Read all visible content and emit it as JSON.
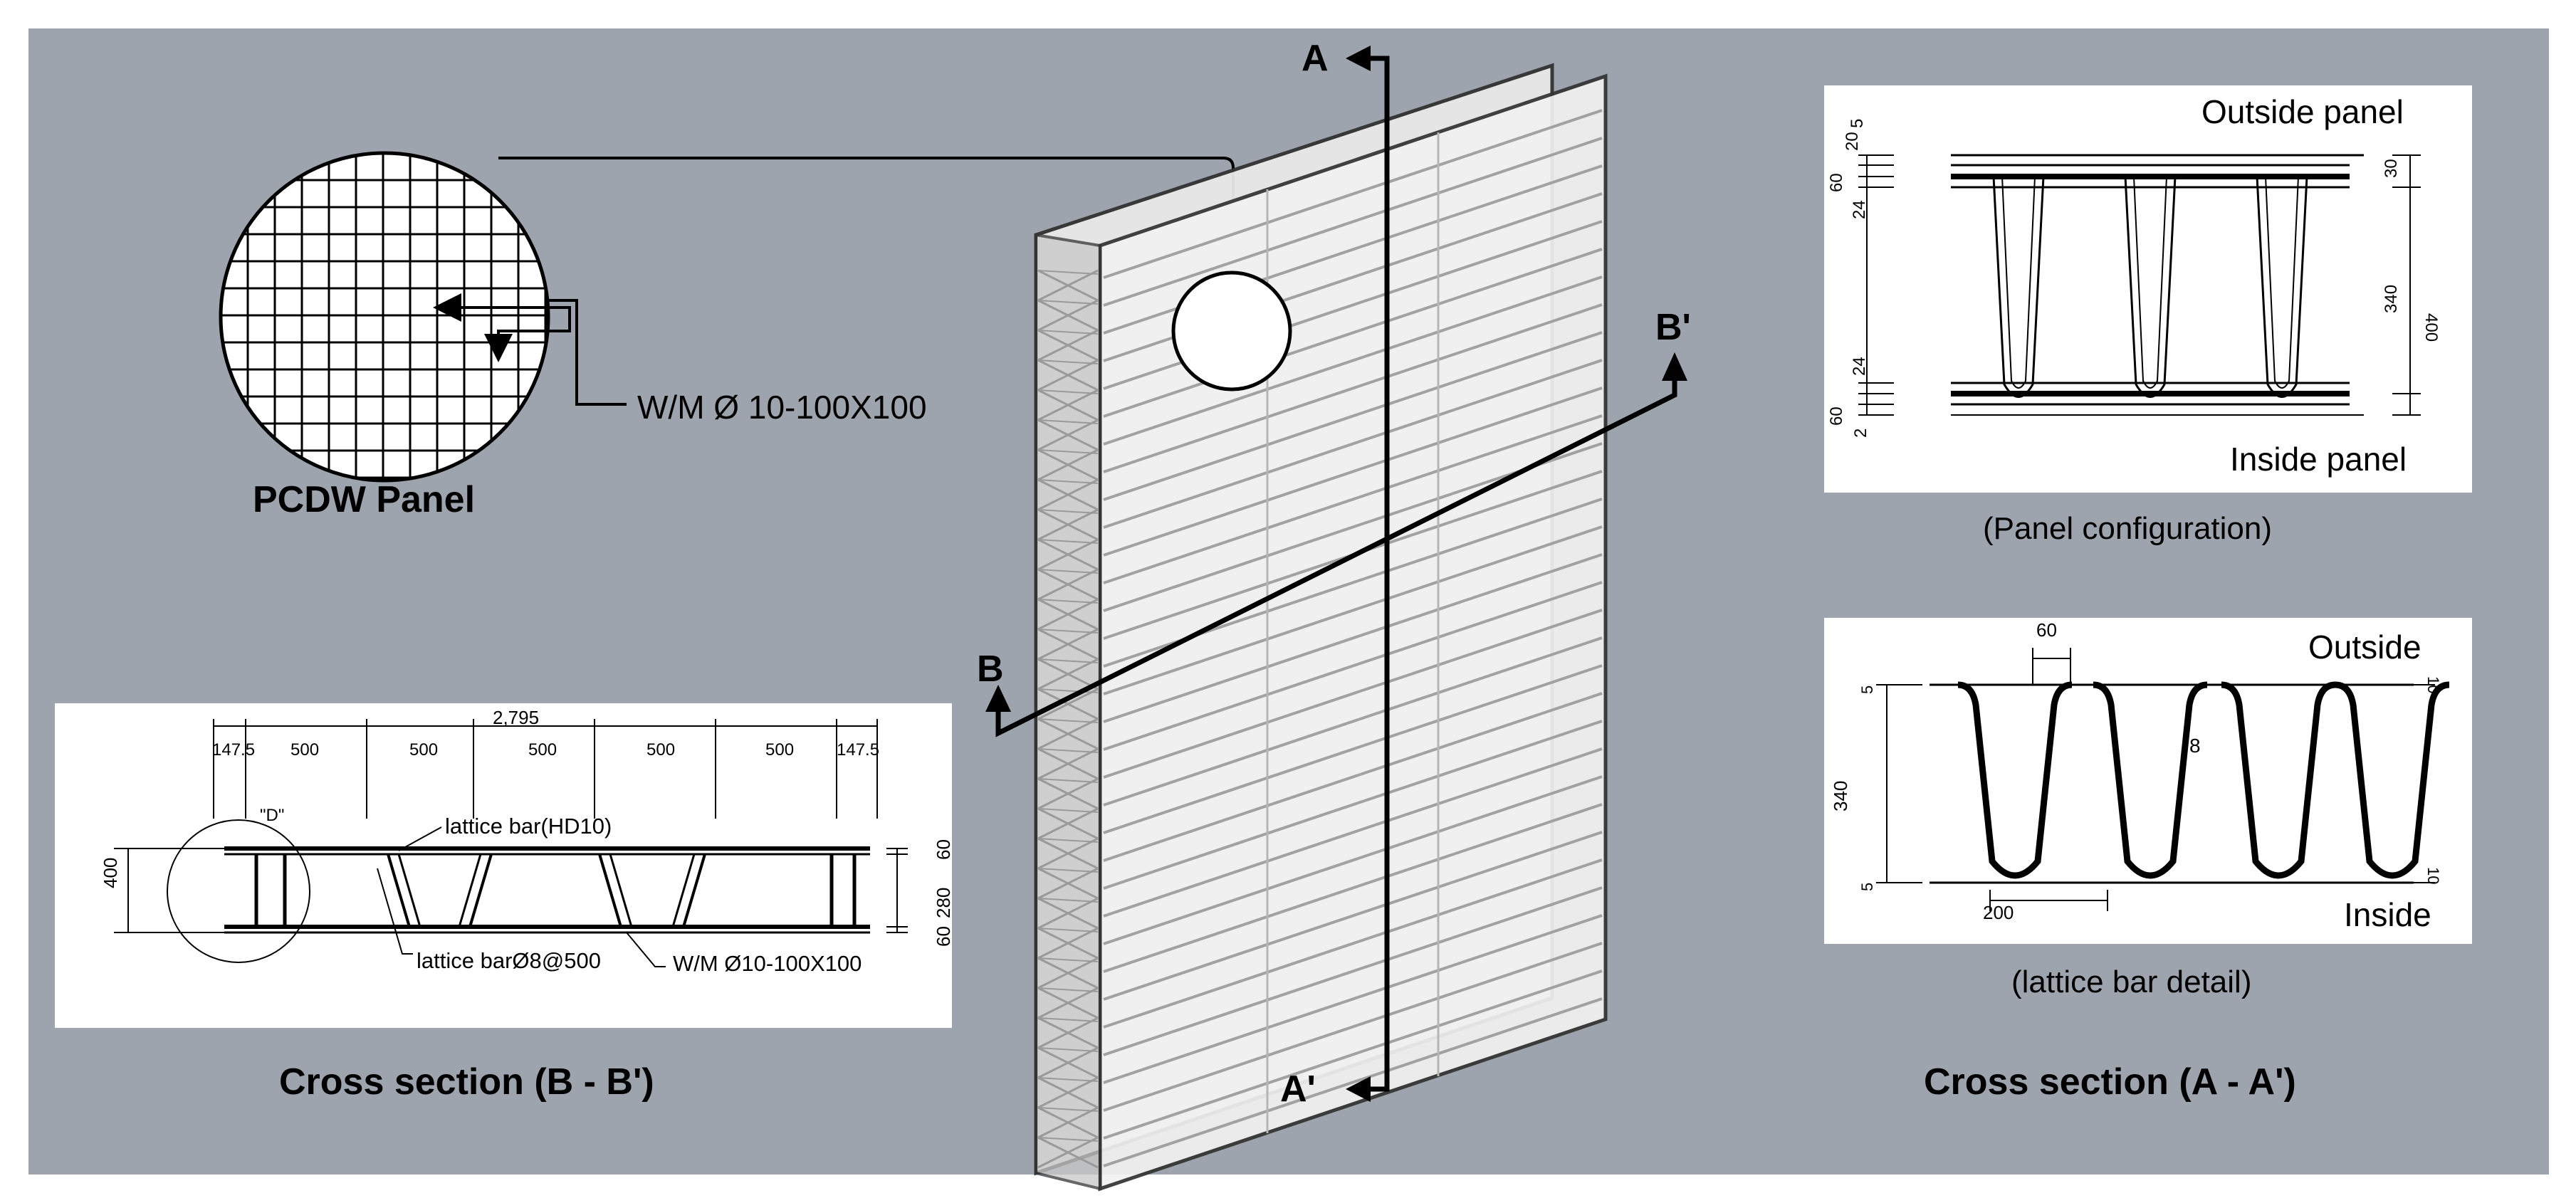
{
  "colors": {
    "background": "#9ea4ad",
    "line": "#000000",
    "panel_face": "#e9e9e9",
    "card": "#ffffff"
  },
  "labels": {
    "panel_name": "PCDW Panel",
    "wire_mesh": "W/M Ø 10-100X100",
    "section_a": "A",
    "section_a_prime": "A'",
    "section_b": "B",
    "section_b_prime": "B'",
    "caption_panel_config": "(Panel configuration)",
    "caption_lattice_detail": "(lattice bar detail)",
    "title_cross_section_bb": "Cross section (B - B')",
    "title_cross_section_aa": "Cross section (A - A')"
  },
  "panel_config": {
    "outside_label": "Outside panel",
    "inside_label": "Inside panel",
    "dims_left": [
      "5",
      "20",
      "60",
      "24",
      "24",
      "60",
      "2"
    ],
    "dims_right": [
      "30",
      "340",
      "400"
    ]
  },
  "lattice_detail": {
    "outside_label": "Outside",
    "inside_label": "Inside",
    "dim_top": "60",
    "dim_bottom": "200",
    "dim_height": "340",
    "dim_small": "5",
    "dim_bar": "8",
    "dim_right_top": "10",
    "dim_right_bottom": "10"
  },
  "section_bb": {
    "total": "2,795",
    "spans": [
      "147.5",
      "500",
      "500",
      "500",
      "500",
      "500",
      "147.5"
    ],
    "detail_mark": "\"D\"",
    "height": "400",
    "right_dims": [
      "60",
      "280",
      "60"
    ],
    "note_lattice_hd": "lattice bar(HD10)",
    "note_lattice_8": "lattice barØ8@500",
    "note_wm": "W/M Ø10-100X100"
  }
}
